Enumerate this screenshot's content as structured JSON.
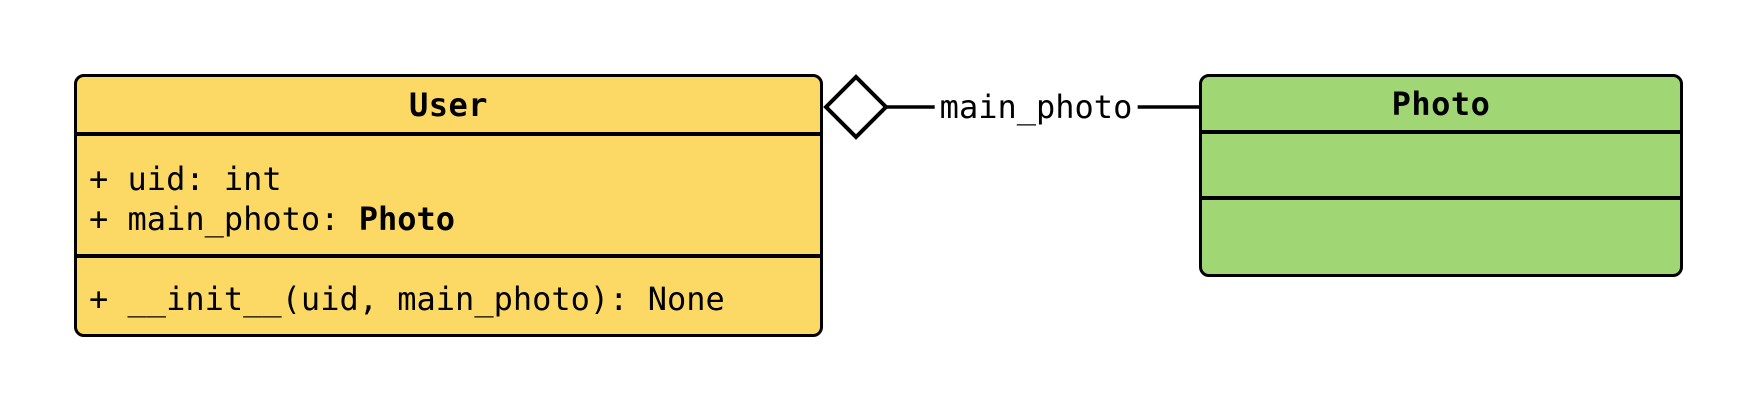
{
  "diagram_type": "uml-class-diagram",
  "classes": {
    "user": {
      "name": "User",
      "attributes": [
        {
          "prefix": "+ uid: ",
          "type": "int",
          "type_bold": false
        },
        {
          "prefix": "+ main_photo: ",
          "type": "Photo",
          "type_bold": true
        }
      ],
      "methods": [
        "+ __init__(uid, main_photo): None"
      ]
    },
    "photo": {
      "name": "Photo",
      "attributes": [],
      "methods": []
    }
  },
  "edge": {
    "label": "main_photo",
    "relationship": "aggregation"
  },
  "colors": {
    "user_fill": "#FCD964",
    "photo_fill": "#A1D675",
    "stroke": "#000000",
    "background": "#FFFFFF"
  }
}
